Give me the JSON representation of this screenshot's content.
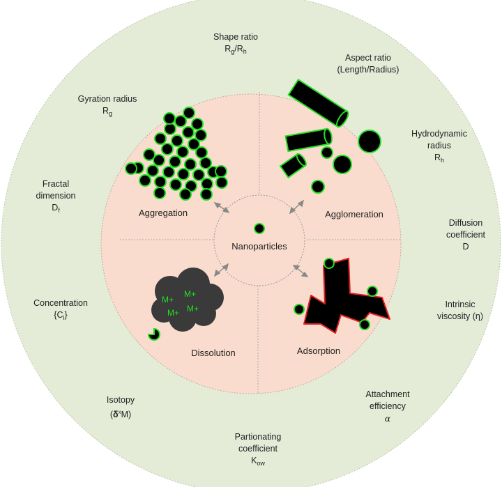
{
  "center": {
    "label": "Nanoparticles"
  },
  "processes": {
    "aggregation": "Aggregation",
    "agglomeration": "Agglomeration",
    "dissolution": "Dissolution",
    "adsorption": "Adsorption",
    "ion_label": "M+"
  },
  "parameters": {
    "shape_ratio": {
      "line1": "Shape ratio",
      "sym_main": "R",
      "sym_sub": "g",
      "sym_sep": "/R",
      "sym_sub2": "h"
    },
    "aspect_ratio": {
      "line1": "Aspect ratio",
      "line2": "(Length/Radius)"
    },
    "hydrodynamic_radius": {
      "line1": "Hydrodynamic",
      "line2": "radius",
      "sym_main": "R",
      "sym_sub": "h"
    },
    "diffusion_coefficient": {
      "line1": "Diffusion",
      "line2": "coefficient",
      "line3": "D"
    },
    "intrinsic_viscosity": {
      "line1": "Intrinsic",
      "line2": "viscosity (η)"
    },
    "attachment_efficiency": {
      "line1": "Attachment",
      "line2": "efficiency",
      "line3": "α"
    },
    "partitioning_coefficient": {
      "line1": "Partionating",
      "line2": "coefficient",
      "sym_main": "K",
      "sym_sub": "ow"
    },
    "isotopy": {
      "line1": "Isotopy",
      "sym_open": "(",
      "sym_bold": "δ",
      "sym_sup": "x",
      "sym_close": "M)"
    },
    "concentration": {
      "line1": "Concentration",
      "sym_open": "{C",
      "sym_sub": "i",
      "sym_close": "}"
    },
    "fractal_dimension": {
      "line1": "Fractal",
      "line2": "dimension",
      "sym_main": "D",
      "sym_sub": "f"
    },
    "gyration_radius": {
      "line1": "Gyration radius",
      "sym_main": "R",
      "sym_sub": "g"
    }
  },
  "colors": {
    "outer_ring": "#e4ecd8",
    "inner_disc": "#f9dccd",
    "particle_outline": "#22dd22",
    "adsorbent_outline": "#e02020",
    "dissolution_cloud": "#3a3a3a"
  }
}
